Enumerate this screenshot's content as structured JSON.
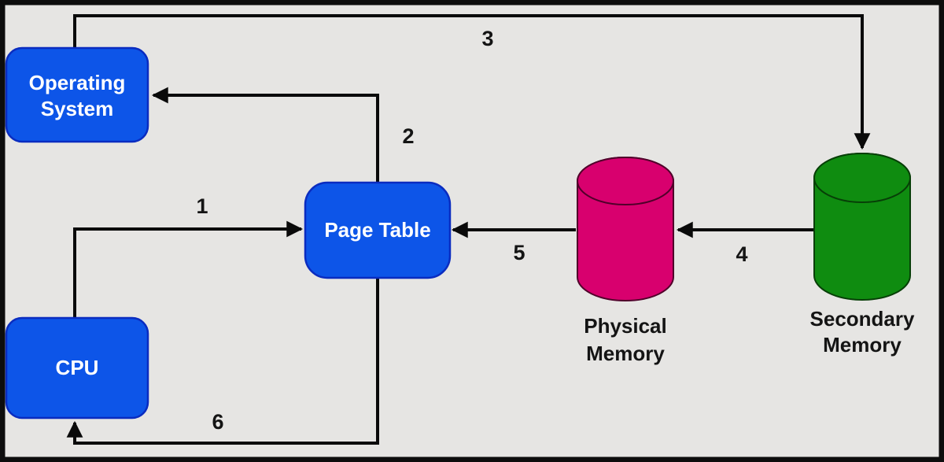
{
  "canvas": {
    "background": "#e6e5e3",
    "frame_color": "#0d0d0d",
    "line_color": "#0a0a0a"
  },
  "nodes": {
    "operating_system": {
      "label": "Operating System",
      "lines": [
        "Operating",
        "System"
      ],
      "shape": "rounded-rectangle",
      "fill": "#0d55e8",
      "text_color": "#ffffff"
    },
    "page_table": {
      "label": "Page Table",
      "shape": "rounded-rectangle",
      "fill": "#0d55e8",
      "text_color": "#ffffff"
    },
    "cpu": {
      "label": "CPU",
      "shape": "rounded-rectangle",
      "fill": "#0d55e8",
      "text_color": "#ffffff"
    },
    "physical_memory": {
      "label": "Physical Memory",
      "lines": [
        "Physical",
        "Memory"
      ],
      "shape": "cylinder",
      "fill": "#d8006e",
      "text_color": "#141414"
    },
    "secondary_memory": {
      "label": "Secondary Memory",
      "lines": [
        "Secondary",
        "Memory"
      ],
      "shape": "cylinder",
      "fill": "#0f8c10",
      "text_color": "#141414"
    }
  },
  "edges": [
    {
      "label": "1",
      "from": "cpu",
      "to": "page_table"
    },
    {
      "label": "2",
      "from": "page_table",
      "to": "operating_system"
    },
    {
      "label": "3",
      "from": "operating_system",
      "to": "secondary_memory"
    },
    {
      "label": "4",
      "from": "secondary_memory",
      "to": "physical_memory"
    },
    {
      "label": "5",
      "from": "physical_memory",
      "to": "page_table"
    },
    {
      "label": "6",
      "from": "page_table",
      "to": "cpu"
    }
  ]
}
